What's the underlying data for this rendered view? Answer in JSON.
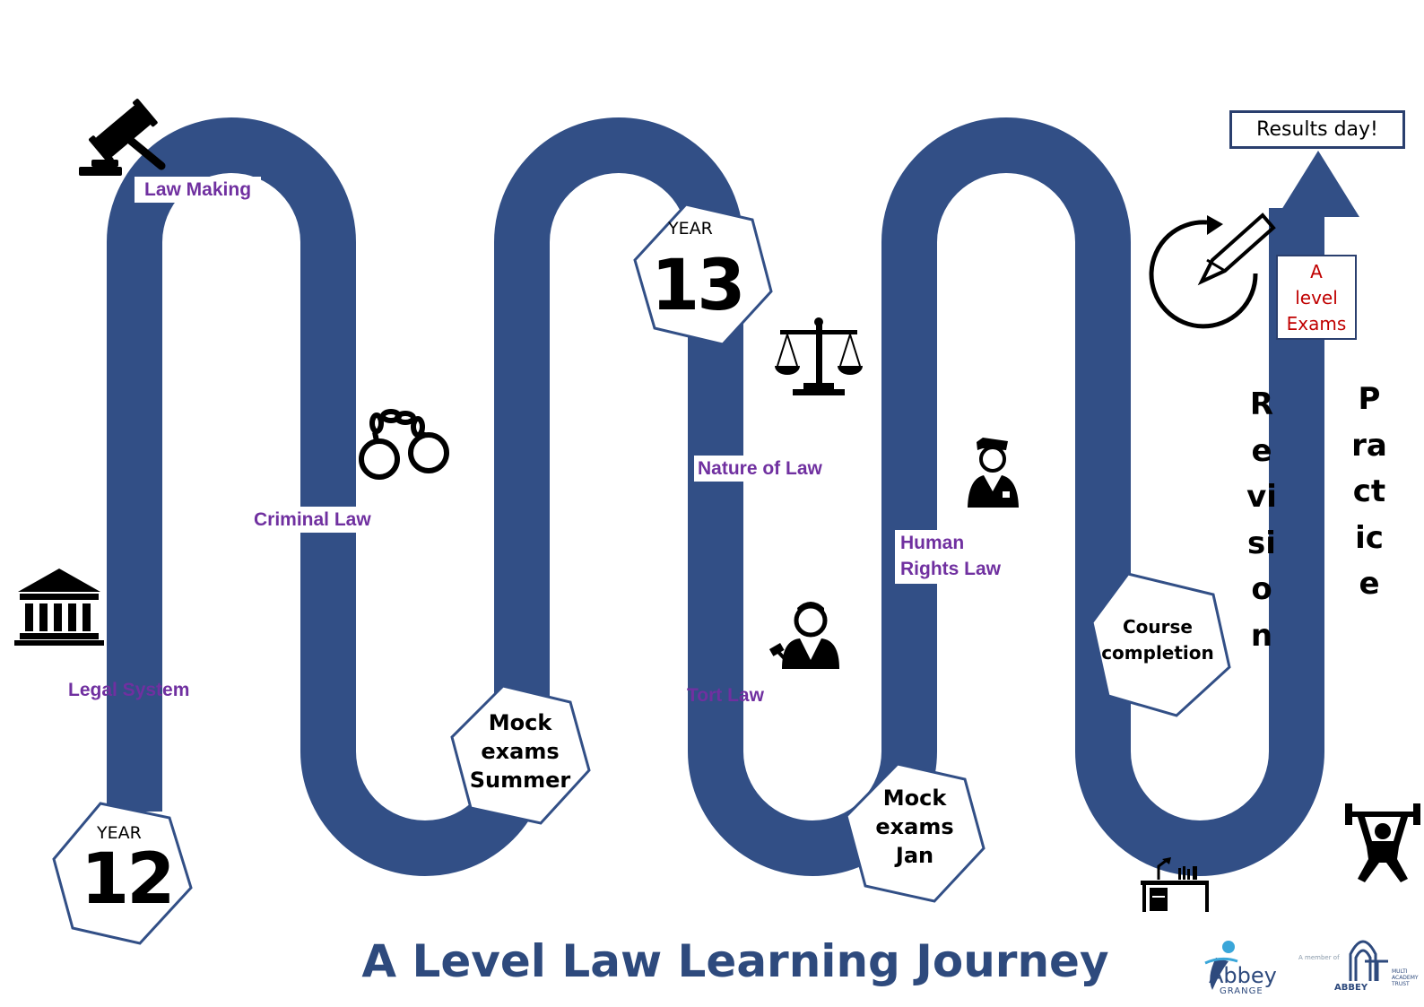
{
  "title": "A Level Law Learning Journey",
  "colors": {
    "road": "#324f86",
    "topic": "#7030a0",
    "exams_text": "#c00000",
    "title": "#2e4a7d"
  },
  "year12": {
    "word": "YEAR",
    "number": "12"
  },
  "year13": {
    "word": "YEAR",
    "number": "13"
  },
  "topics": {
    "law_making": "Law Making",
    "criminal_law": "Criminal Law",
    "legal_system": "Legal System",
    "nature_of_law": "Nature of Law",
    "tort_law": "Tort Law",
    "human_rights_line1": "Human",
    "human_rights_line2": "Rights Law"
  },
  "milestones": {
    "mock_summer": [
      "Mock",
      "exams",
      "Summer"
    ],
    "mock_jan": [
      "Mock",
      "exams",
      "Jan"
    ],
    "course_completion": [
      "Course",
      "completion"
    ]
  },
  "results_day": "Results day!",
  "a_level_exams": [
    "A",
    "level",
    "Exams"
  ],
  "revision": "Revision",
  "practice": "Practice",
  "icons": [
    "gavel-icon",
    "handcuffs-icon",
    "courthouse-icon",
    "scales-icon",
    "lawyer-icon",
    "police-officer-icon",
    "revise-pencil-icon",
    "desk-icon",
    "weightlifter-icon"
  ],
  "logos": {
    "school_line1": "Abbey",
    "school_line2": "GRANGE",
    "member_text": "A member of",
    "trust_name": "ABBEY",
    "trust_sub1": "MULTI",
    "trust_sub2": "ACADEMY",
    "trust_sub3": "TRUST"
  }
}
